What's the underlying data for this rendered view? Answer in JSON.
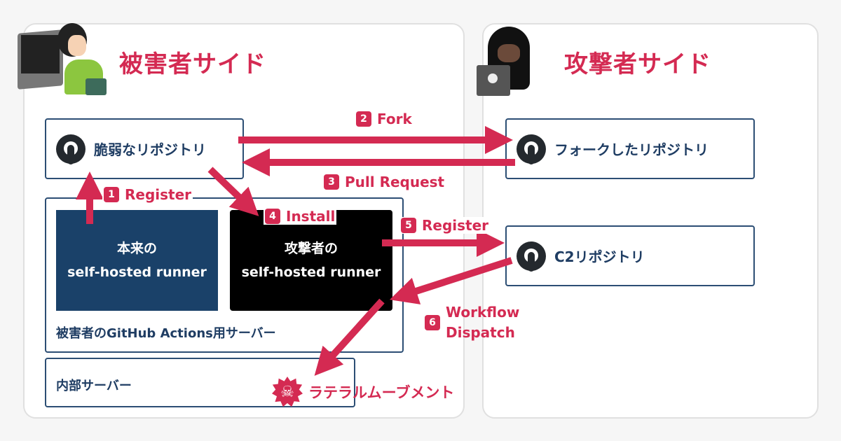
{
  "victim": {
    "title": "被害者サイド",
    "repo": "脆弱なリポジトリ",
    "runner_legit": [
      "本来の",
      "self-hosted runner"
    ],
    "runner_attacker": [
      "攻撃者の",
      "self-hosted runner"
    ],
    "server": "被害者のGitHub Actions用サーバー",
    "internal": "内部サーバー"
  },
  "attacker": {
    "title": "攻撃者サイド",
    "fork_repo": "フォークしたリポジトリ",
    "c2_repo": "C2リポジトリ"
  },
  "steps": [
    {
      "num": "1",
      "label": "Register"
    },
    {
      "num": "2",
      "label": "Fork"
    },
    {
      "num": "3",
      "label": "Pull Request"
    },
    {
      "num": "4",
      "label": "Install"
    },
    {
      "num": "5",
      "label": "Register"
    },
    {
      "num": "6",
      "label": "Workflow",
      "label2": "Dispatch"
    }
  ],
  "lateral": "ラテラルムーブメント",
  "colors": {
    "accent": "#d42a52",
    "navy": "#1a4169",
    "border": "#2c4e74"
  }
}
